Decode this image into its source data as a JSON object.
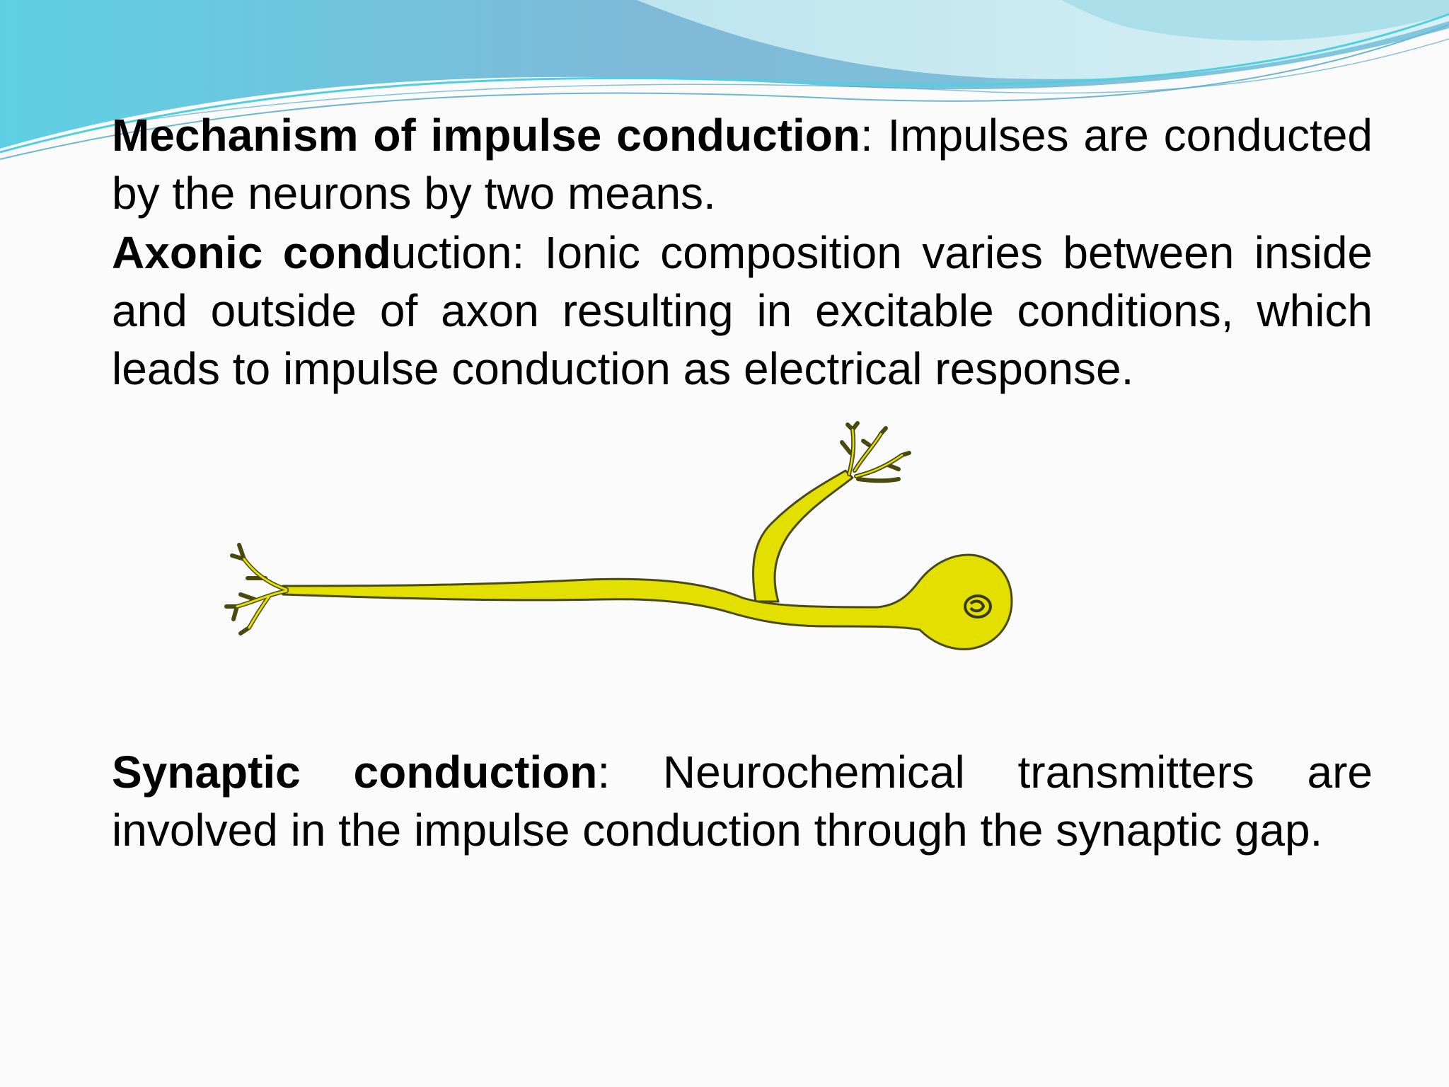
{
  "colors": {
    "background": "#fbfbfb",
    "banner_primary": "#7fc7dc",
    "banner_accent": "#4fd0e0",
    "neuron_fill": "#e3e000",
    "neuron_outline": "#4a4a10",
    "text": "#000000"
  },
  "paragraphs": {
    "mechanism": {
      "term_bold": "Mechanism of impulse conduction",
      "body": ": Impulses are conducted by the neurons by two means."
    },
    "axonic": {
      "term_bold": "Axonic cond",
      "body": "uction: Ionic composition varies between inside and outside of axon resulting in excitable conditions, which leads to impulse conduction as electrical response."
    },
    "synaptic": {
      "term_bold": "Synaptic conduction",
      "body": ": Neurochemical transmitters are involved in the impulse conduction through the synaptic gap."
    }
  },
  "figure": {
    "icon": "neuron-illustration"
  }
}
